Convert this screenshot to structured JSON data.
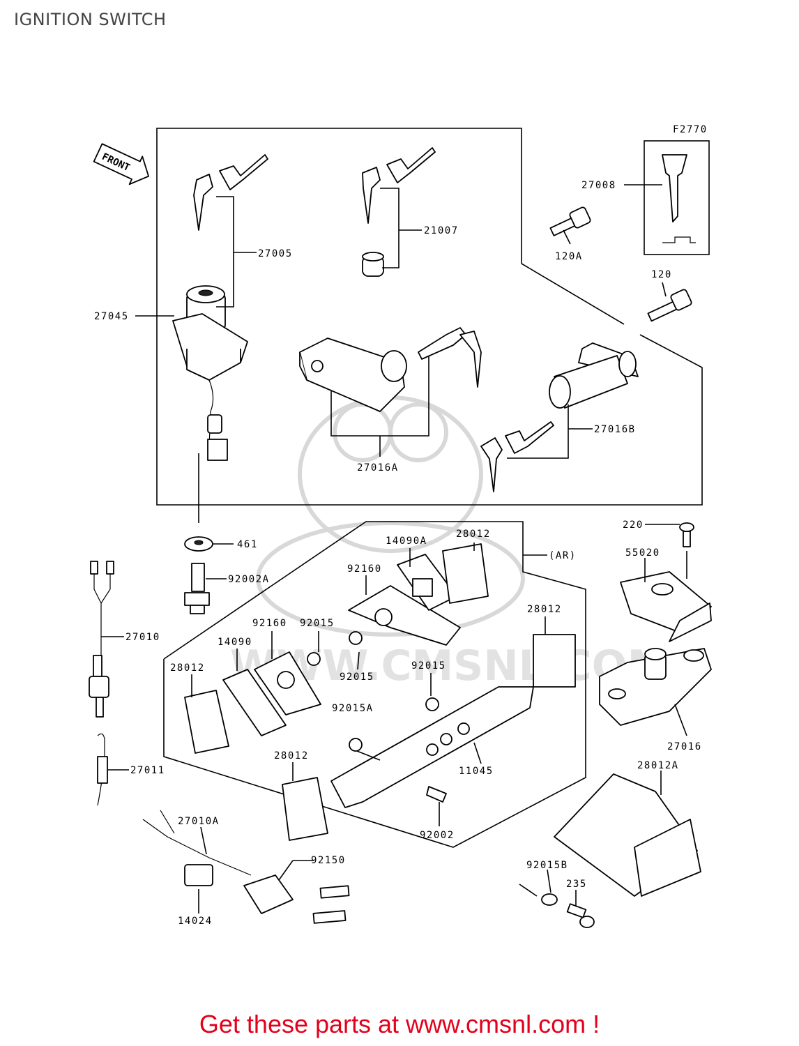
{
  "header": {
    "title": "IGNITION SWITCH"
  },
  "diagram": {
    "front_label": "FRONT",
    "figure_code": "F2770",
    "watermark": "WWW.CMSNL.COM",
    "labels": {
      "p27005": "27005",
      "p21007": "21007",
      "p27008": "27008",
      "p120A": "120A",
      "p120": "120",
      "p27045": "27045",
      "p27016B": "27016B",
      "p27016A": "27016A",
      "p461": "461",
      "p92002A": "92002A",
      "p27010": "27010",
      "p27011": "27011",
      "p27010A": "27010A",
      "p14024": "14024",
      "p92150": "92150",
      "p14090A": "14090A",
      "p28012_a": "28012",
      "p28012_b": "28012",
      "p28012_c": "28012",
      "p28012_d": "28012",
      "p28012A": "28012A",
      "pAR": "(AR)",
      "p92160_a": "92160",
      "p92160_b": "92160",
      "p92015_a": "92015",
      "p92015_b": "92015",
      "p92015_c": "92015",
      "p92015A": "92015A",
      "p92015B": "92015B",
      "p14090": "14090",
      "p11045": "11045",
      "p92002": "92002",
      "p220": "220",
      "p55020": "55020",
      "p27016": "27016",
      "p235": "235"
    }
  },
  "footer": {
    "text": "Get these parts at www.cmsnl.com !"
  }
}
